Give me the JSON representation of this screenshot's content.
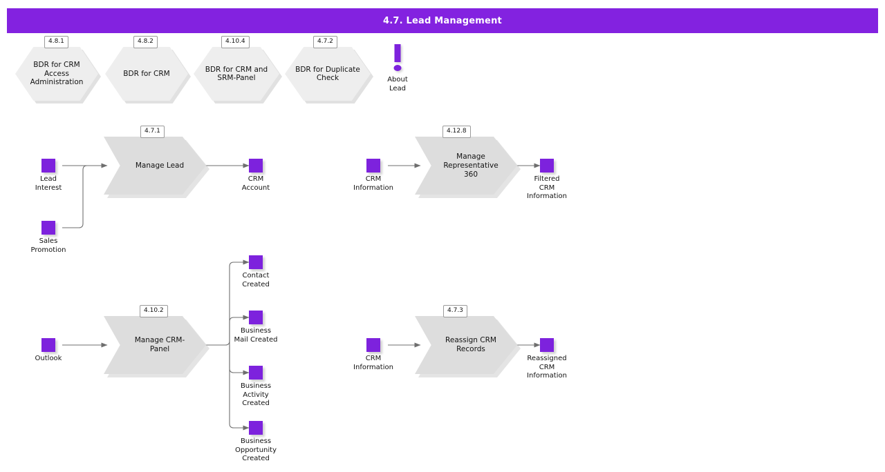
{
  "header": {
    "title": "4.7. Lead Management",
    "bar_color": "#8322e0",
    "title_color": "#ffffff"
  },
  "palette": {
    "object_purple": "#7d22dd",
    "shape_gray": "#dddddd",
    "hex_gray": "#eeeeee",
    "wire_gray": "#6e6e6e",
    "canvas": "#ffffff"
  },
  "bdr_row": {
    "items": [
      {
        "badge": "4.8.1",
        "label": "BDR for CRM\nAccess\nAdministration"
      },
      {
        "badge": "4.8.2",
        "label": "BDR for CRM"
      },
      {
        "badge": "4.10.4",
        "label": "BDR for CRM and\nSRM-Panel"
      },
      {
        "badge": "4.7.2",
        "label": "BDR for Duplicate\nCheck"
      }
    ],
    "about": {
      "icon": "exclamation-icon",
      "label": "About\nLead"
    }
  },
  "flows": [
    {
      "id": "manage-lead",
      "badge": "4.7.1",
      "process": "Manage Lead",
      "inputs": [
        {
          "label": "Lead\nInterest"
        },
        {
          "label": "Sales\nPromotion"
        }
      ],
      "outputs": [
        {
          "label": "CRM\nAccount"
        }
      ]
    },
    {
      "id": "manage-representative-360",
      "badge": "4.12.8",
      "process": "Manage\nRepresentative\n360",
      "inputs": [
        {
          "label": "CRM\nInformation"
        }
      ],
      "outputs": [
        {
          "label": "Filtered\nCRM\nInformation"
        }
      ]
    },
    {
      "id": "manage-crm-panel",
      "badge": "4.10.2",
      "process": "Manage CRM-\nPanel",
      "inputs": [
        {
          "label": "Outlook"
        }
      ],
      "outputs": [
        {
          "label": "Contact\nCreated"
        },
        {
          "label": "Business\nMail Created"
        },
        {
          "label": "Business\nActivity\nCreated"
        },
        {
          "label": "Business\nOpportunity\nCreated"
        }
      ]
    },
    {
      "id": "reassign-crm-records",
      "badge": "4.7.3",
      "process": "Reassign CRM\nRecords",
      "inputs": [
        {
          "label": "CRM\nInformation"
        }
      ],
      "outputs": [
        {
          "label": "Reassigned\nCRM\nInformation"
        }
      ]
    }
  ]
}
